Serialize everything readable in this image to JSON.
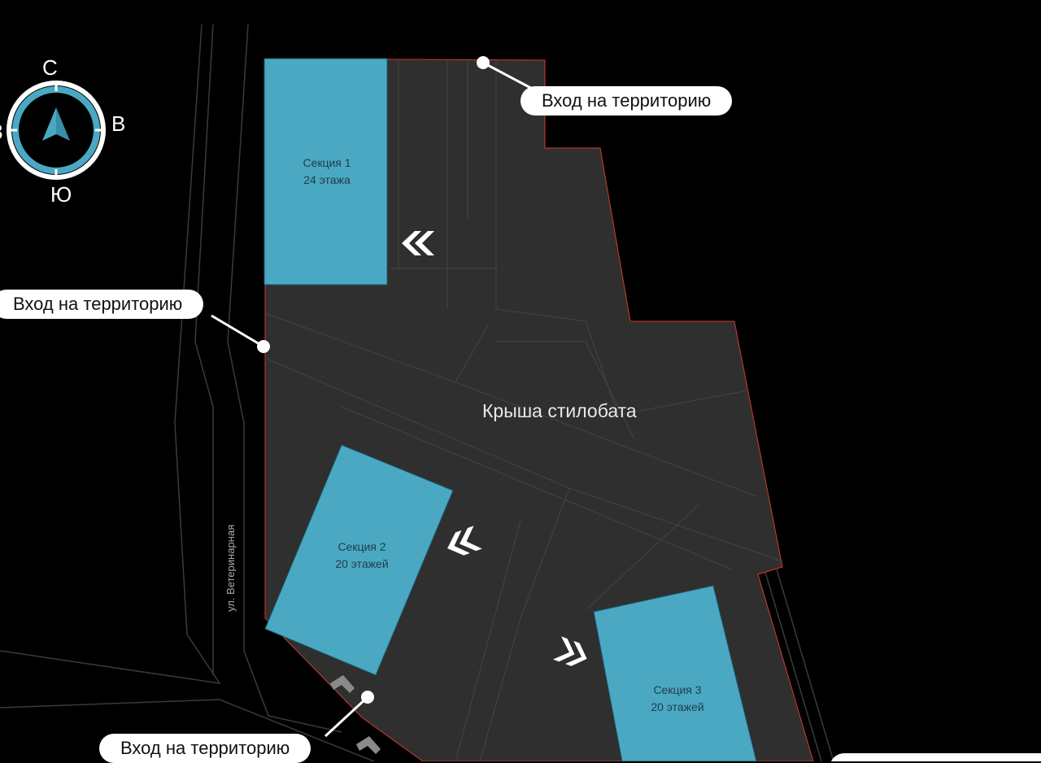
{
  "compass": {
    "north": "С",
    "east": "В",
    "south": "Ю",
    "west": "З"
  },
  "entrances": [
    {
      "label": "Вход на территорию"
    },
    {
      "label": "Вход на территорию"
    },
    {
      "label": "Вход на территорию"
    }
  ],
  "sections": [
    {
      "name": "Секция 1",
      "floors": "24  этажа"
    },
    {
      "name": "Секция 2",
      "floors": "20  этажей"
    },
    {
      "name": "Секция 3",
      "floors": "20  этажей"
    }
  ],
  "roof_label": "Крыша стилобата",
  "street_label": "ул. Ветеринарная",
  "colors": {
    "building": "#4aa8c3",
    "podium": "#2f2f2f",
    "background": "#000000",
    "boundary": "#e0322a"
  }
}
